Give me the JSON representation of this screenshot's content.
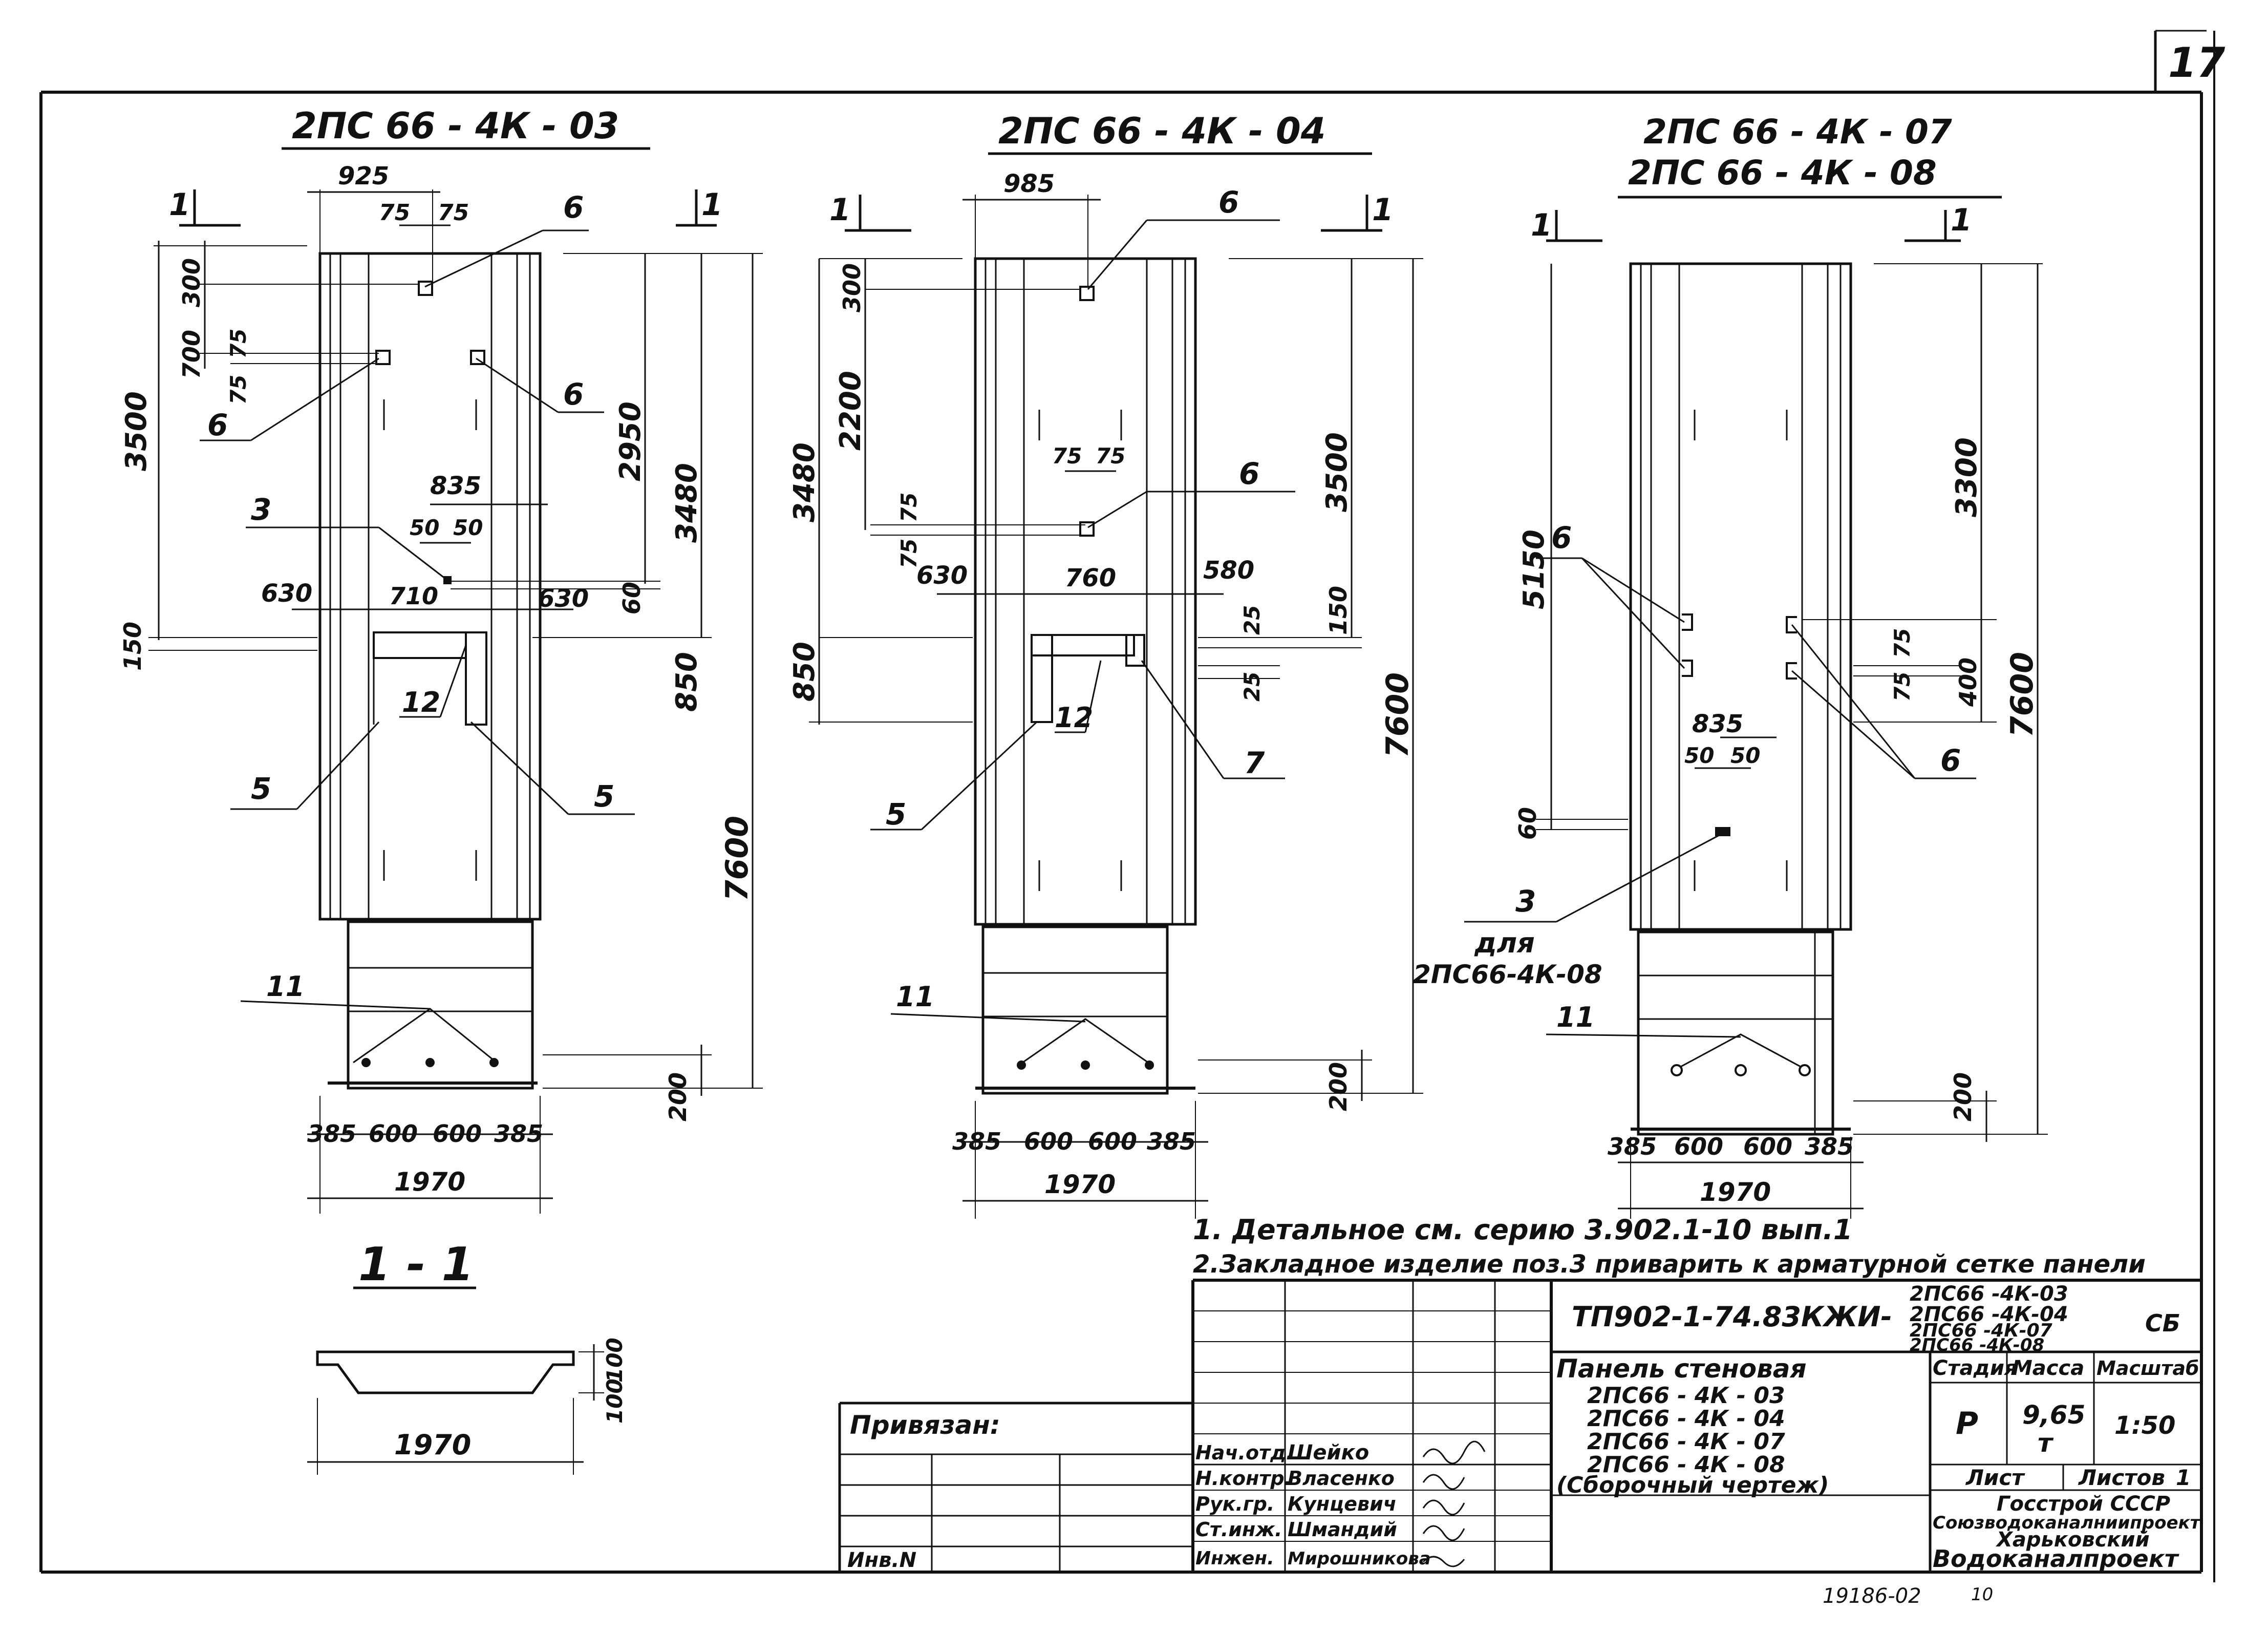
{
  "sheet": {
    "sheet_number": "17",
    "archive_number": "19186-02",
    "archive_suffix": "10"
  },
  "section_marks": {
    "left": "1",
    "right": "1"
  },
  "views": [
    {
      "title": "2ПС 66 - 4К - 03",
      "dims": {
        "top_width": "925",
        "t75a": "75",
        "t75b": "75",
        "v300": "300",
        "v700": "700",
        "v75a": "75",
        "v75b": "75",
        "v3500": "3500",
        "v2950": "2950",
        "v3480": "3480",
        "d835": "835",
        "d50a": "50",
        "d50b": "50",
        "v60": "60",
        "d630a": "630",
        "d710": "710",
        "d630b": "630",
        "v150": "150",
        "v850": "850",
        "v7600": "7600",
        "v200": "200",
        "b385a": "385",
        "b600a": "600",
        "b600b": "600",
        "b385b": "385",
        "b1970": "1970"
      },
      "callouts": [
        "6",
        "6",
        "3",
        "12",
        "5",
        "5",
        "11"
      ]
    },
    {
      "title": "2ПС 66 - 4К - 04",
      "dims": {
        "top_width": "985",
        "v300": "300",
        "v2200": "2200",
        "v3480": "3480",
        "t75a": "75",
        "t75b": "75",
        "v75a": "75",
        "v75b": "75",
        "d630": "630",
        "d760": "760",
        "d580": "580",
        "v3500": "3500",
        "v150": "150",
        "v25a": "25",
        "v25b": "25",
        "v850": "850",
        "v7600": "7600",
        "v200": "200",
        "b385a": "385",
        "b600a": "600",
        "b600b": "600",
        "b385b": "385",
        "b1970": "1970"
      },
      "callouts": [
        "6",
        "6",
        "12",
        "5",
        "7",
        "11"
      ]
    },
    {
      "title_a": "2ПС 66 - 4К - 07",
      "title_b": "2ПС 66 - 4К - 08",
      "dims": {
        "v5150": "5150",
        "v3300": "3300",
        "v7600": "7600",
        "v75": "75",
        "v75b": "75",
        "v400": "400",
        "d835": "835",
        "d50a": "50",
        "d50b": "50",
        "v60": "60",
        "v200": "200",
        "b385a": "385",
        "b600a": "600",
        "b600b": "600",
        "b385b": "385",
        "b1970": "1970"
      },
      "callouts": [
        "6",
        "6",
        "3",
        "11"
      ],
      "note_for": "для",
      "note_for_item": "2ПС66-4К-08"
    }
  ],
  "section": {
    "title": "1 - 1",
    "width": "1970",
    "h100a": "100",
    "h100b": "100"
  },
  "notes": [
    "1. Детальное см. серию 3.902.1-10 вып.1",
    "2.Закладное изделие поз.3 приварить к арматурной сетке панели"
  ],
  "title_block": {
    "doc_code": "ТП902-1-74.83КЖИ-",
    "variants": [
      "2ПС66 -4К-03",
      "2ПС66 -4К-04",
      "2ПС66 -4К-07",
      "2ПС66 -4К-08"
    ],
    "doc_suffix": "СБ",
    "name_line1": "Панель стеновая",
    "name_items": [
      "2ПС66 - 4К - 03",
      "2ПС66 - 4К - 04",
      "2ПС66 - 4К - 07",
      "2ПС66 - 4К - 08"
    ],
    "name_type": "(Сборочный чертеж)",
    "stage_h": "Стадия",
    "mass_h": "Масса",
    "scale_h": "Масштаб",
    "stage": "Р",
    "mass": "9,65",
    "mass_unit": "т",
    "scale": "1:50",
    "sheet_h": "Лист",
    "sheets_h": "Листов",
    "sheets": "1",
    "org1": "Госстрой СССР",
    "org2": "Союзводоканалниипроект",
    "org3": "Харьковский",
    "org4": "Водоканалпроект",
    "bound": "Привязан:",
    "inv": "Инв.N",
    "roles": [
      {
        "role": "Нач.отд.",
        "name": "Шейко"
      },
      {
        "role": "Н.контр.",
        "name": "Власенко"
      },
      {
        "role": "Рук.гр.",
        "name": "Кунцевич"
      },
      {
        "role": "Ст.инж.",
        "name": "Шмандий"
      },
      {
        "role": "Инжен.",
        "name": "Мирошникова"
      }
    ]
  }
}
